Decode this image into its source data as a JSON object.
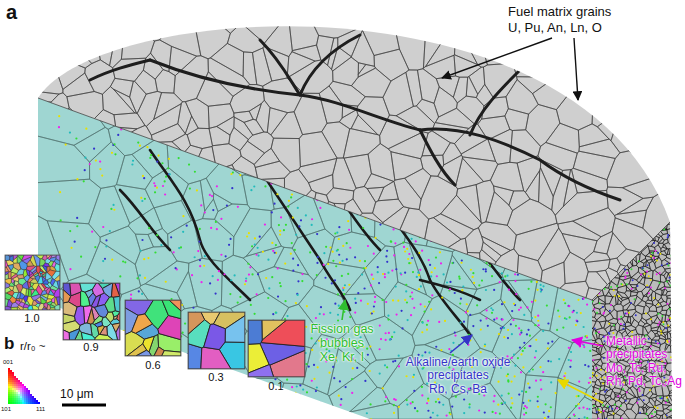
{
  "diagram": {
    "labels": [
      "a",
      "Fuel matrix grains",
      "U, Pu, An, Ln, O",
      "Fission gas bubbles",
      "Xe, Kr, I",
      "Alkaline/earth oxide precipitates",
      "Rb, Cs, Ba",
      "Metallic precipitates",
      "Mo, Tc, Ru, Rh, Pd, Tc, Ag",
      "1.0",
      "0.9",
      "0.6",
      "0.3",
      "0.1",
      "b",
      "r/r₀ ~",
      "10 μm",
      "001",
      "101",
      "111"
    ]
  }
}
